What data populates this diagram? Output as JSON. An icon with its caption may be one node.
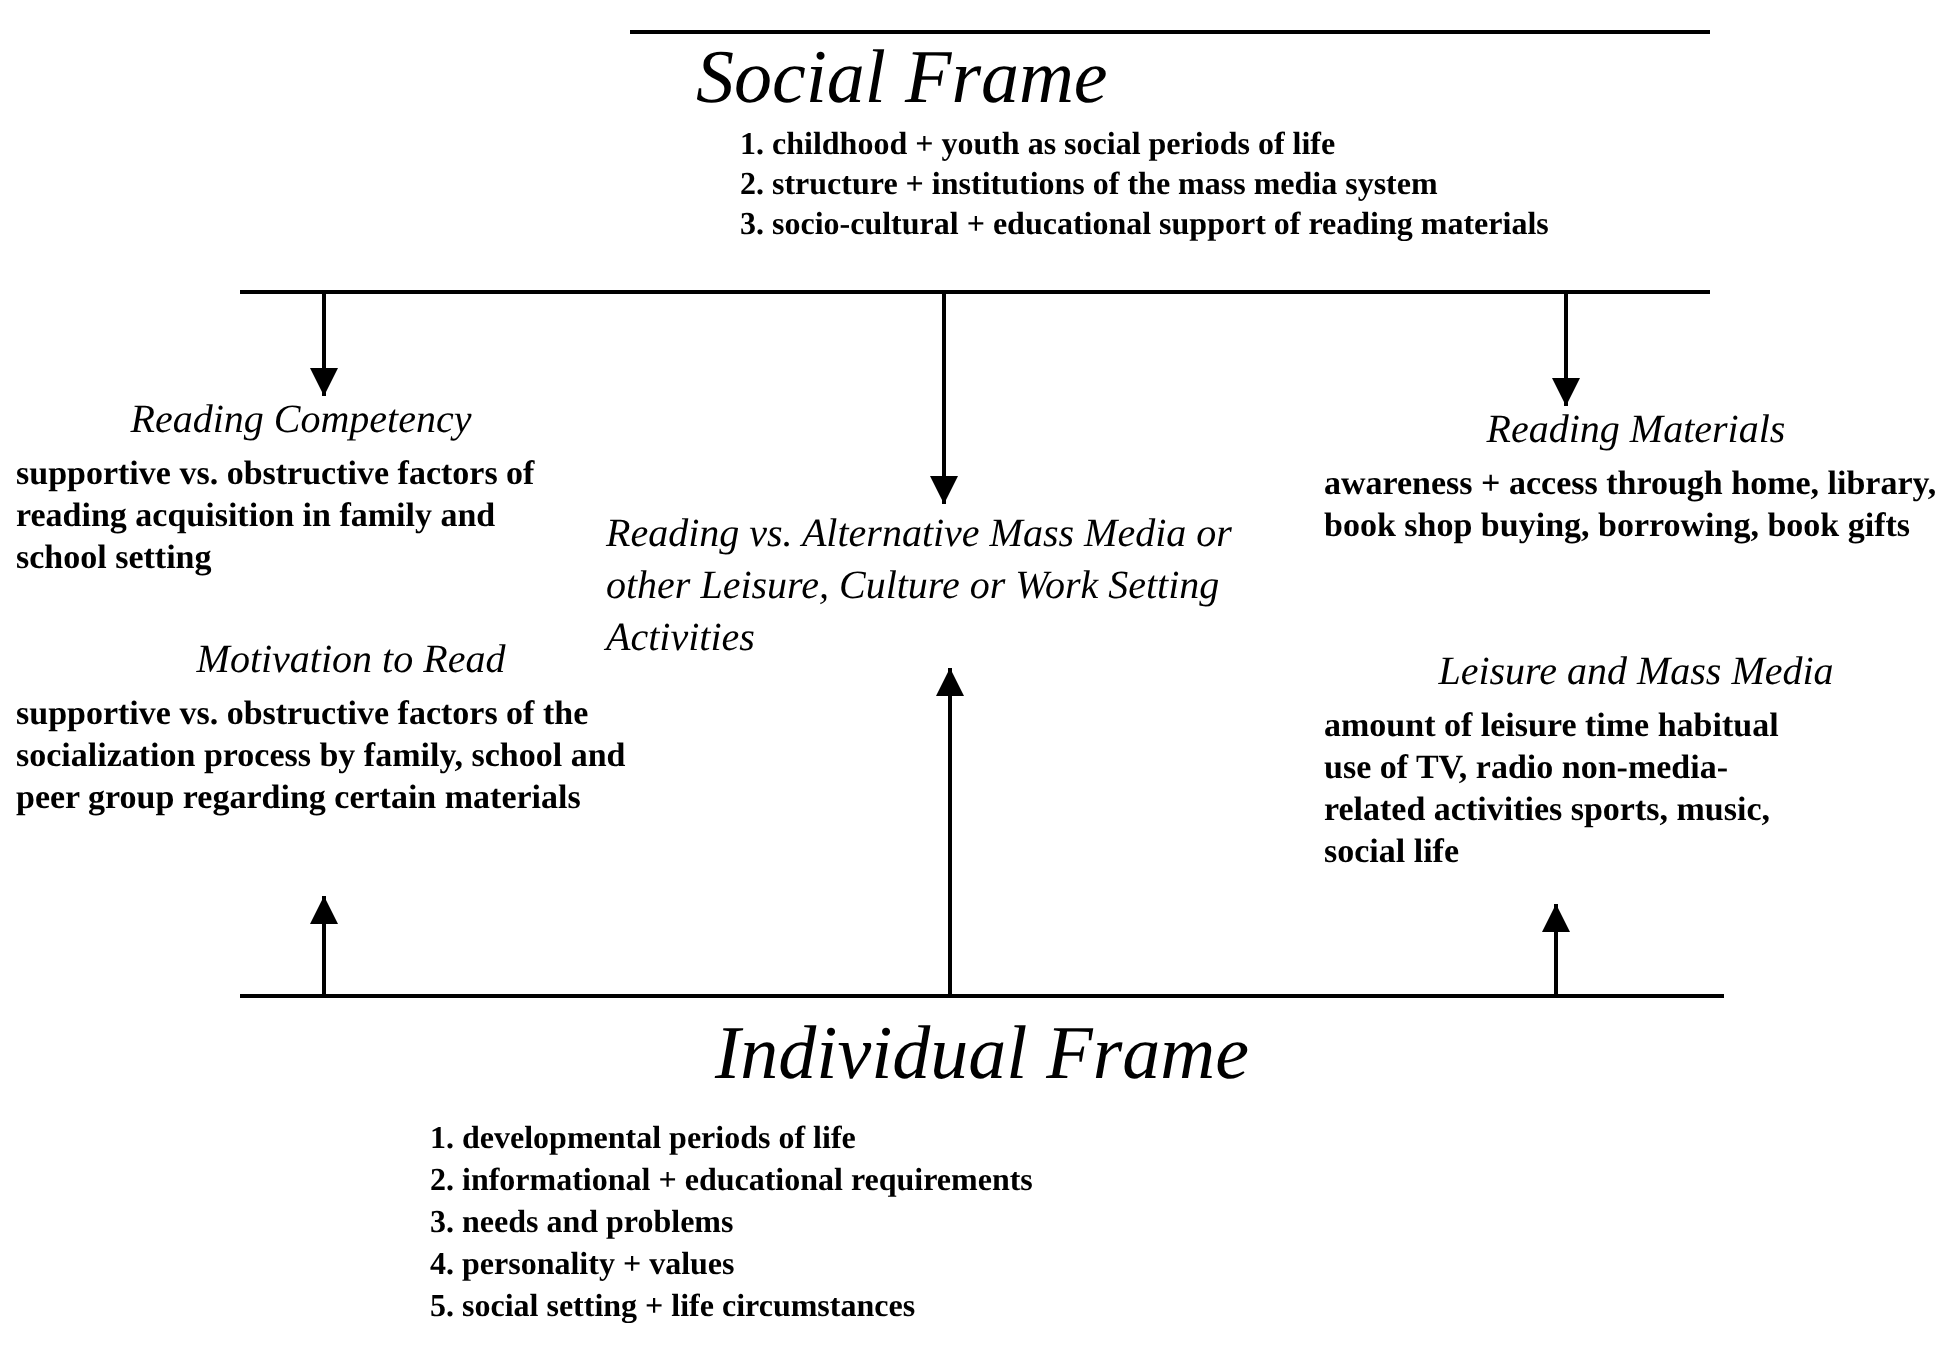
{
  "diagram": {
    "nodes": [
      {
        "text": [
          "Social Frame",
          "1. childhood + youth as social periods of life",
          "2. structure + institutions of the mass media system",
          "3. socio-cultural + educational support of reading materials"
        ]
      },
      {
        "text": [
          "Reading Competency",
          "supportive vs. obstructive factors of reading acquisition in family and school setting"
        ]
      },
      {
        "text": [
          "Motivation to Read",
          "supportive vs. obstructive factors of the socialization process by family, school and peer group regarding  certain materials"
        ]
      },
      {
        "text": [
          "Reading vs. Alternative Mass Media or other Leisure, Culture or Work Setting Activities"
        ]
      },
      {
        "text": [
          "Reading Materials",
          "awareness + access through home, library, book shop buying, borrowing, book gifts"
        ]
      },
      {
        "text": [
          "Leisure and Mass Media",
          "amount of leisure time habitual use of TV, radio non-media-related activities sports, music, social life"
        ]
      },
      {
        "text": [
          "Individual Frame",
          "1. developmental periods of life",
          "2. informational + educational requirements",
          "3. needs and problems",
          "4. personality + values",
          "5. social setting + life circumstances"
        ]
      }
    ],
    "edges": [
      {
        "from": 0,
        "to": 1,
        "arrow": "to"
      },
      {
        "from": 0,
        "to": 3,
        "arrow": "to"
      },
      {
        "from": 0,
        "to": 4,
        "arrow": "to"
      },
      {
        "from": 6,
        "to": 2,
        "arrow": "to"
      },
      {
        "from": 6,
        "to": 3,
        "arrow": "to"
      },
      {
        "from": 6,
        "to": 5,
        "arrow": "to"
      }
    ]
  }
}
